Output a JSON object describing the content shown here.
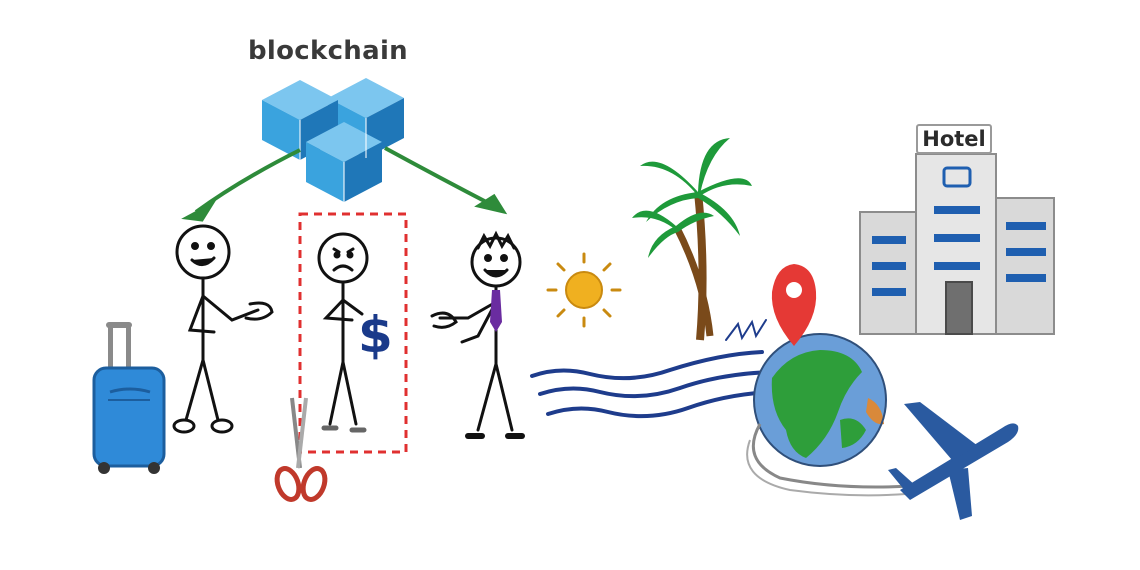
{
  "labels": {
    "blockchain": "blockchain",
    "hotel": "Hotel",
    "currency_symbol": "$"
  },
  "icons": [
    "blockchain-cubes-icon",
    "arrow-left-icon",
    "arrow-right-icon",
    "traveler-figure",
    "middleman-figure",
    "host-figure",
    "suitcase-icon",
    "scissors-icon",
    "sun-icon",
    "palm-tree-icon",
    "sea-waves-icon",
    "location-pin-icon",
    "globe-icon",
    "airplane-icon",
    "hotel-building-icon"
  ],
  "colors": {
    "cube": "#3aa3de",
    "cube_dark": "#1f77b8",
    "arrow": "#2e8b3a",
    "dashed_box": "#e03030",
    "dollar": "#1a3a8a",
    "tie": "#6a2ca0",
    "suitcase": "#2f8ad8",
    "scissors": "#c0392b",
    "sun": "#f0b020",
    "palm_leaf": "#1e9a3a",
    "palm_trunk": "#7a4a1a",
    "wave": "#1e3c8c",
    "pin": "#e53935",
    "globe_land": "#2e9e3a",
    "globe_sea": "#6a9ed8",
    "airplane": "#2a5aa0",
    "hotel_wall": "#d9d9d9",
    "hotel_window": "#1f5fb0"
  }
}
